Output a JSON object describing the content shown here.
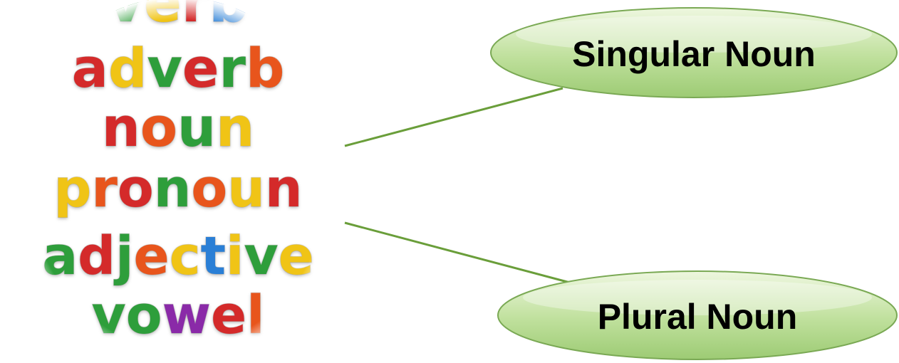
{
  "image": {
    "words": [
      {
        "text": "verb",
        "colors": [
          "#2e9e3a",
          "#f0c419",
          "#d42a2a",
          "#2b7fd6"
        ]
      },
      {
        "text": "adverb",
        "colors": [
          "#d42a2a",
          "#f0c419",
          "#2e9e3a",
          "#d42a2a",
          "#2e9e3a",
          "#e8541b"
        ]
      },
      {
        "text": "noun",
        "colors": [
          "#d42a2a",
          "#e8541b",
          "#2e9e3a",
          "#f0c419"
        ]
      },
      {
        "text": "pronoun",
        "colors": [
          "#f0c419",
          "#e8541b",
          "#d42a2a",
          "#2e9e3a",
          "#e8541b",
          "#f0c419",
          "#d42a2a"
        ]
      },
      {
        "text": "adjective",
        "colors": [
          "#2e9e3a",
          "#d42a2a",
          "#2e9e3a",
          "#e8541b",
          "#f0c419",
          "#2b7fd6",
          "#f0c419",
          "#2e9e3a",
          "#f0c419"
        ]
      },
      {
        "text": "vowel",
        "colors": [
          "#2e9e3a",
          "#2e9e3a",
          "#8a2aa8",
          "#d42a2a",
          "#e8541b"
        ]
      }
    ]
  },
  "nodes": {
    "singular": {
      "label": "Singular Noun"
    },
    "plural": {
      "label": "Plural Noun"
    }
  },
  "colors": {
    "connector": "#6a9e3a",
    "node_fill_top": "#eef7df",
    "node_fill_bottom": "#9dcb74",
    "node_stroke": "#7aa954"
  }
}
